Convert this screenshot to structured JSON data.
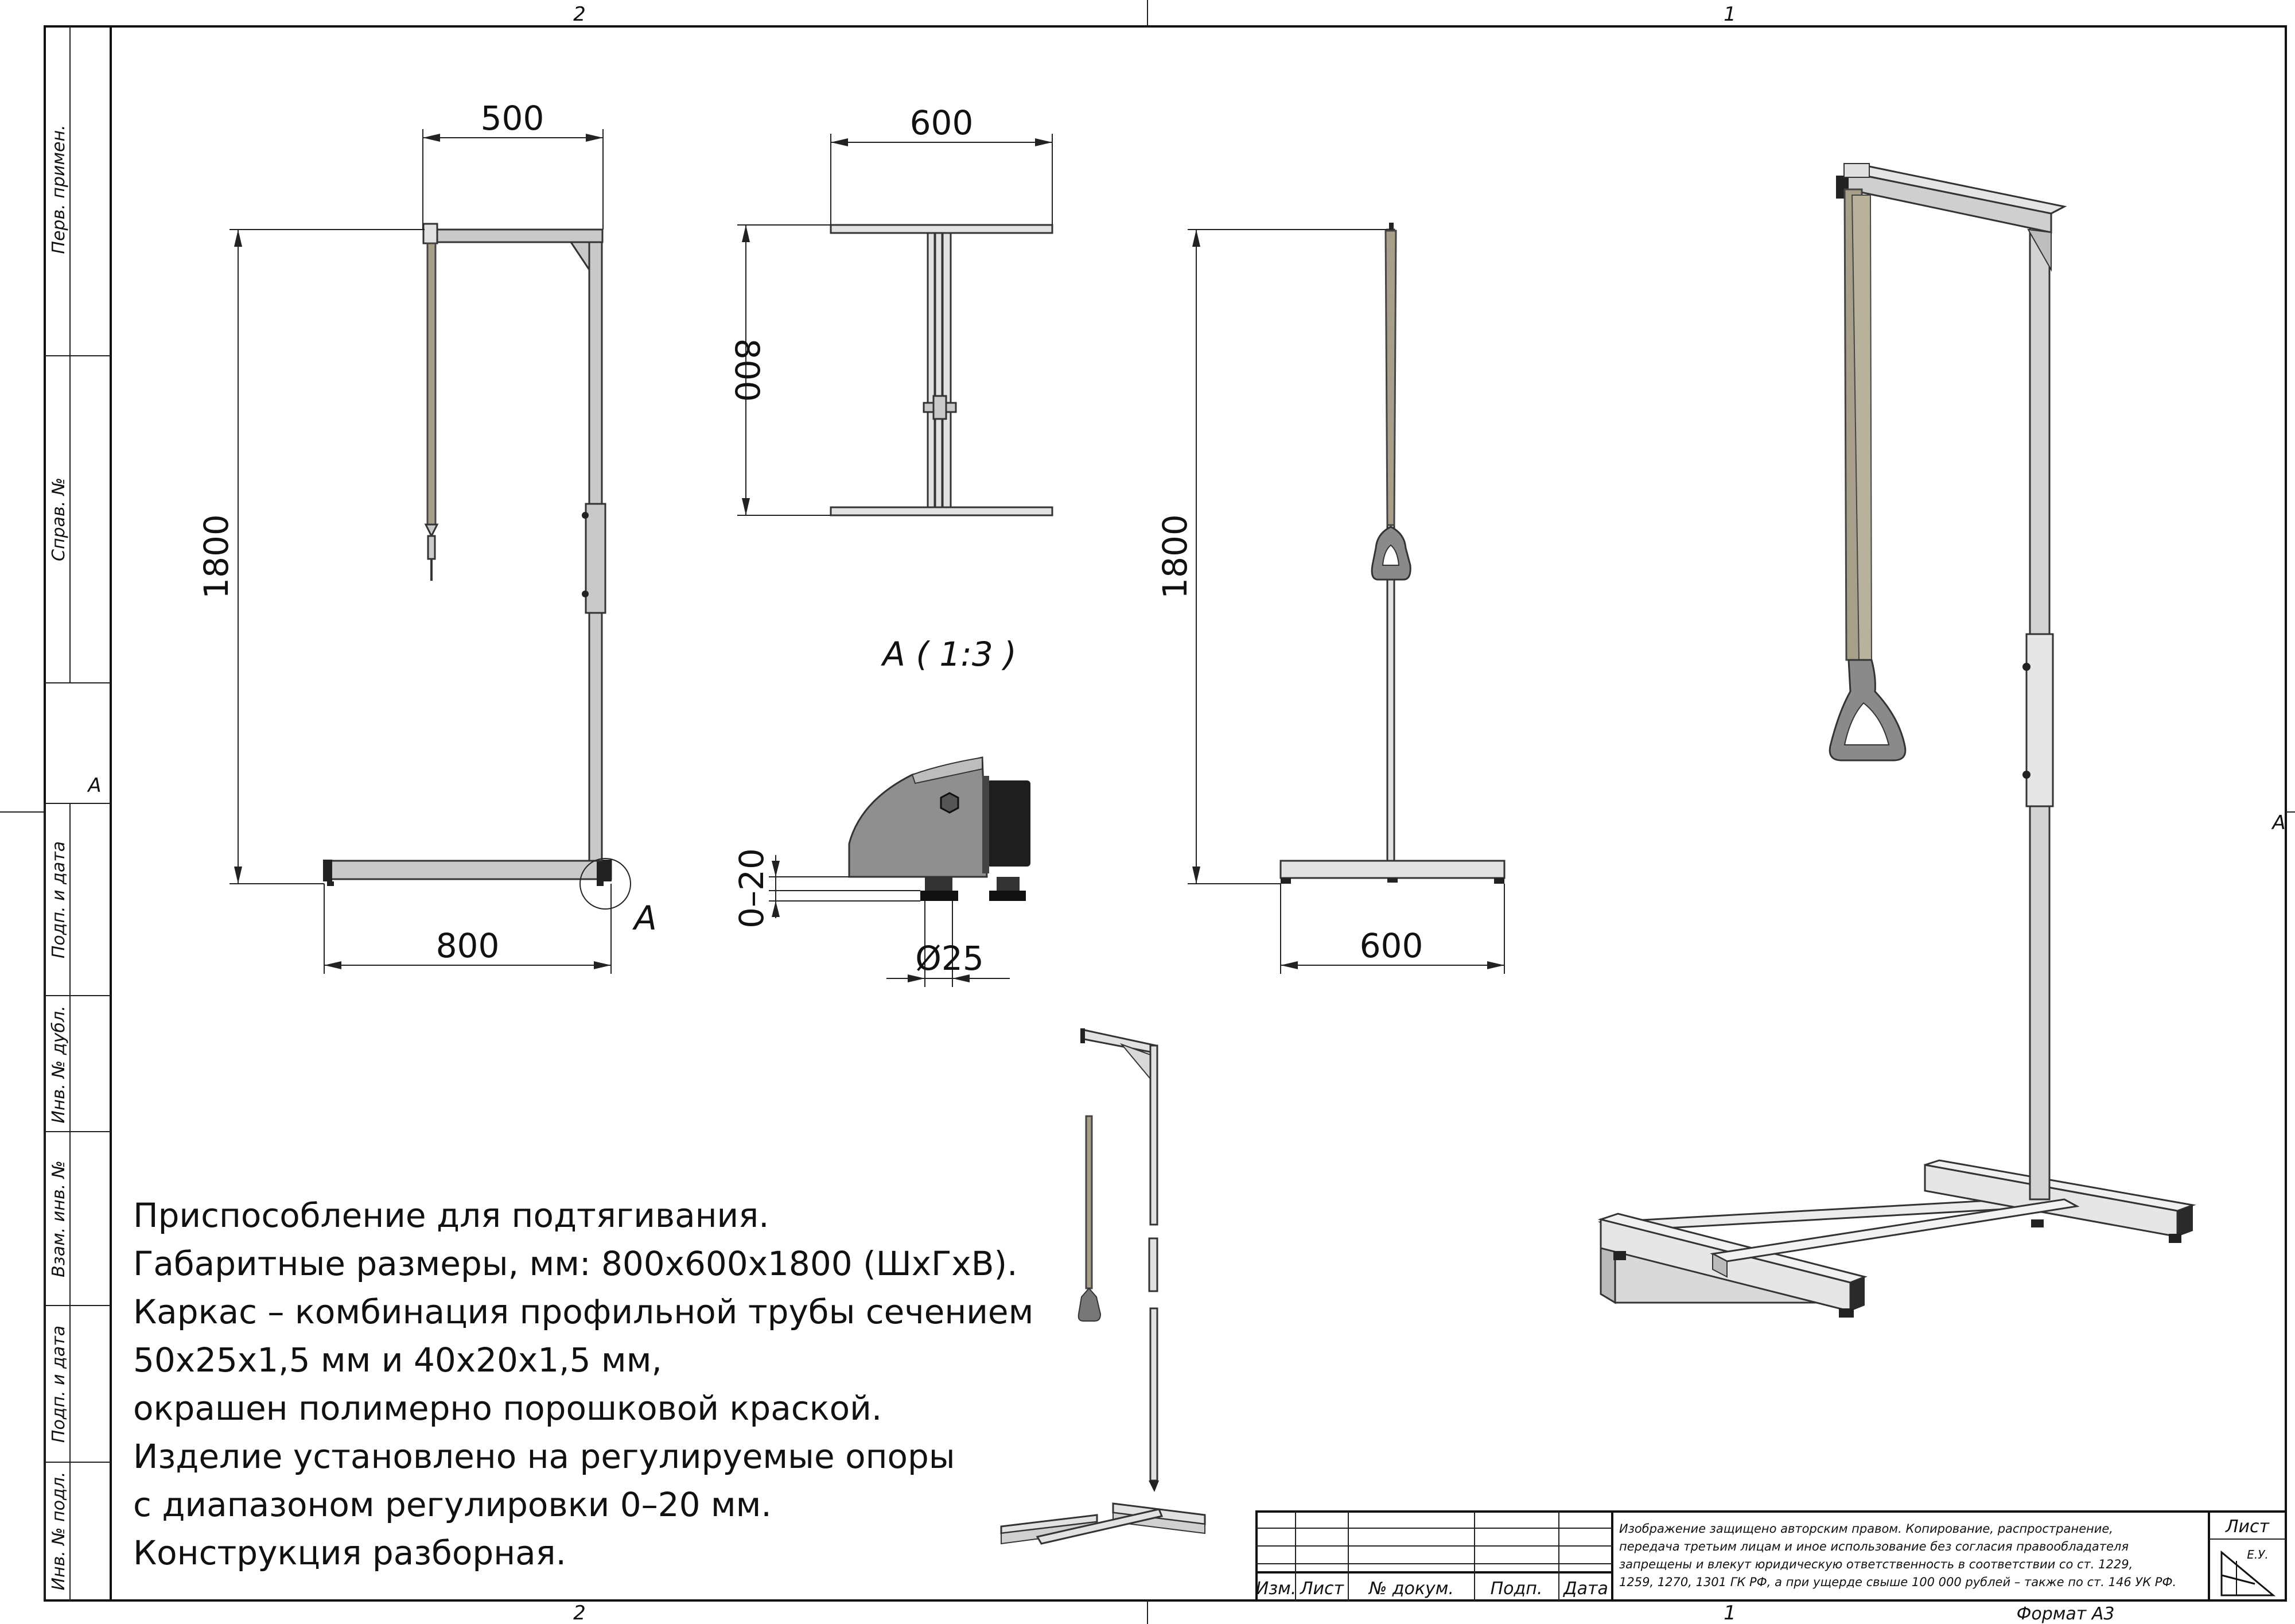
{
  "zones": {
    "top_left": "2",
    "top_right": "1",
    "bottom_left": "2",
    "bottom_right": "1",
    "left_mid": "A",
    "right_mid": "A"
  },
  "side_stamp": [
    "Перв. примен.",
    "Справ. №",
    "Подп. и дата",
    "Инв. № дубл.",
    "Взам. инв. №",
    "Подп. и дата",
    "Инв. № подл."
  ],
  "views": {
    "front": {
      "width": "500",
      "height": "1800",
      "base": "800",
      "detail_marker": "A"
    },
    "top": {
      "width": "600",
      "depth": "800"
    },
    "side": {
      "height": "1800",
      "base": "600"
    },
    "detail": {
      "title": "A ( 1:3 )",
      "adjust": "0–20",
      "diameter": "Ø25"
    }
  },
  "notes": [
    "Приспособление для подтягивания.",
    "Габаритные размеры, мм: 800x600x1800 (ШxГxВ).",
    "Каркас – комбинация профильной трубы сечением",
    "50x25x1,5 мм и 40x20x1,5 мм,",
    "окрашен полимерно  порошковой краской.",
    "Изделие установлено на регулируемые опоры",
    "с диапазоном регулировки 0–20 мм.",
    "Конструкция разборная."
  ],
  "title_block": {
    "headers": [
      "Изм.",
      "Лист",
      "№ докум.",
      "Подп.",
      "Дата"
    ],
    "copyright": [
      "Изображение защищено авторским правом. Копирование, распространение,",
      "передача третьим лицам и иное использование без согласия правообладателя",
      "запрещены и влекут юридическую ответственность в соответствии со ст. 1229,",
      "1259, 1270, 1301 ГК РФ, а при ущерде свыше 100 000 рублей – также по ст. 146 УК РФ."
    ],
    "sheet_label": "Лист",
    "format": "Формат А3",
    "logo_initials": "Е.У."
  }
}
